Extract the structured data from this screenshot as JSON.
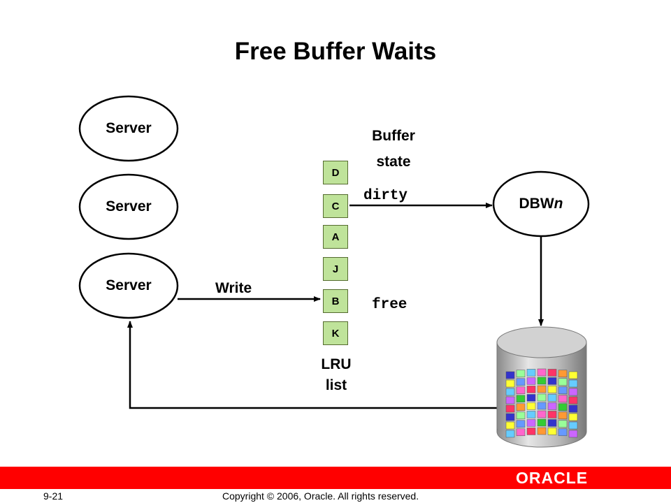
{
  "title": "Free Buffer Waits",
  "servers": [
    "Server",
    "Server",
    "Server"
  ],
  "buffer_state": {
    "line1": "Buffer",
    "line2": "state"
  },
  "dirty": "dirty",
  "free": "free",
  "dbwn": {
    "prefix": "DBW",
    "suffix": "n"
  },
  "write": "Write",
  "lru": {
    "line1": "LRU",
    "line2": "list"
  },
  "buffers": [
    "D",
    "C",
    "A",
    "J",
    "B",
    "K"
  ],
  "footer": {
    "page": "9-21",
    "copyright": "Copyright © 2006, Oracle.  All rights reserved.",
    "logo": "ORACLE"
  },
  "colors": {
    "brand_bar": "#ff0000",
    "buffer_fill": "#bfe39a"
  }
}
